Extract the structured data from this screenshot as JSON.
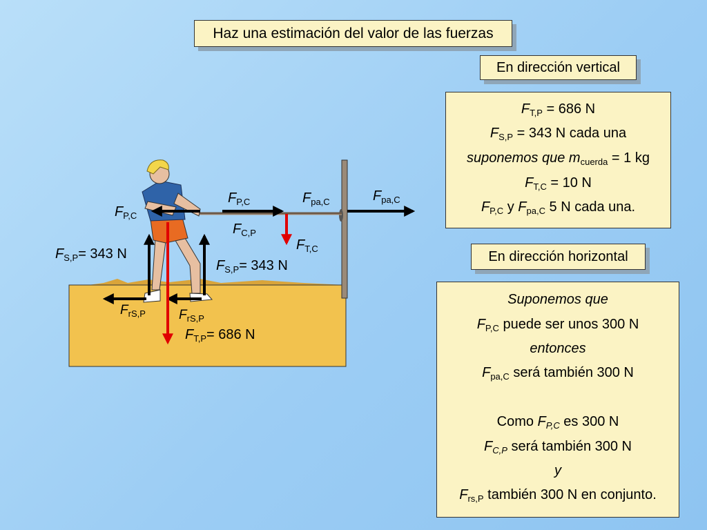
{
  "title": "Haz una estimación del valor de las fuerzas",
  "vertical": {
    "heading": "En dirección vertical",
    "lines": [
      {
        "F": "F",
        "sub": "T,P",
        "rest": " = 686 N"
      },
      {
        "F": "F",
        "sub": "S,P",
        "rest": " = 343 N cada una"
      },
      {
        "pre": "suponemos que ",
        "m": "m",
        "msub": "cuerda",
        "rest": " = 1 kg"
      },
      {
        "F": "F",
        "sub": "T,C",
        "rest": " = 10 N"
      },
      {
        "F": "F",
        "sub": "P,C",
        "mid": " y ",
        "F2": "F",
        "sub2": "pa,C",
        "rest": "  5 N cada una."
      }
    ]
  },
  "horizontal": {
    "heading": "En dirección horizontal",
    "l1": "Suponemos que",
    "l2": {
      "F": "F",
      "sub": "P,C",
      "rest": " puede ser unos 300 N"
    },
    "l3": "entonces",
    "l4": {
      "F": "F",
      "sub": "pa,C",
      "rest": " será también 300 N"
    },
    "l5": {
      "pre": "Como ",
      "F": "F",
      "sub": "P,C",
      "rest": " es 300 N"
    },
    "l6": {
      "F": "F",
      "sub": "C,P",
      "rest": " será también 300 N"
    },
    "l7": "y",
    "l8": {
      "F": "F",
      "sub": "rs,P",
      "rest": " también 300 N en conjunto."
    }
  },
  "labels": {
    "fpc_left": {
      "F": "F",
      "sub": "P,C"
    },
    "fpc_top": {
      "F": "F",
      "sub": "P,C"
    },
    "fpa_c1": {
      "F": "F",
      "sub": "pa,C"
    },
    "fpa_c2": {
      "F": "F",
      "sub": "pa,C"
    },
    "fcp": {
      "F": "F",
      "sub": "C,P"
    },
    "ftc": {
      "F": "F",
      "sub": "T,C"
    },
    "fsp_left": {
      "F": "F",
      "sub": "S,P",
      "rest": "= 343 N"
    },
    "fsp_right": {
      "F": "F",
      "sub": "S,P",
      "rest": "= 343 N"
    },
    "frsp1": {
      "F": "F",
      "sub": "rS,P"
    },
    "frsp2": {
      "F": "F",
      "sub": "rS,P"
    },
    "ftp": {
      "F": "F",
      "sub": "T,P",
      "rest": "= 686 N"
    }
  },
  "colors": {
    "box_bg": "#fbf3c4",
    "ground": "#f2c24e",
    "arrow_black": "#000000",
    "arrow_red": "#e00000"
  }
}
